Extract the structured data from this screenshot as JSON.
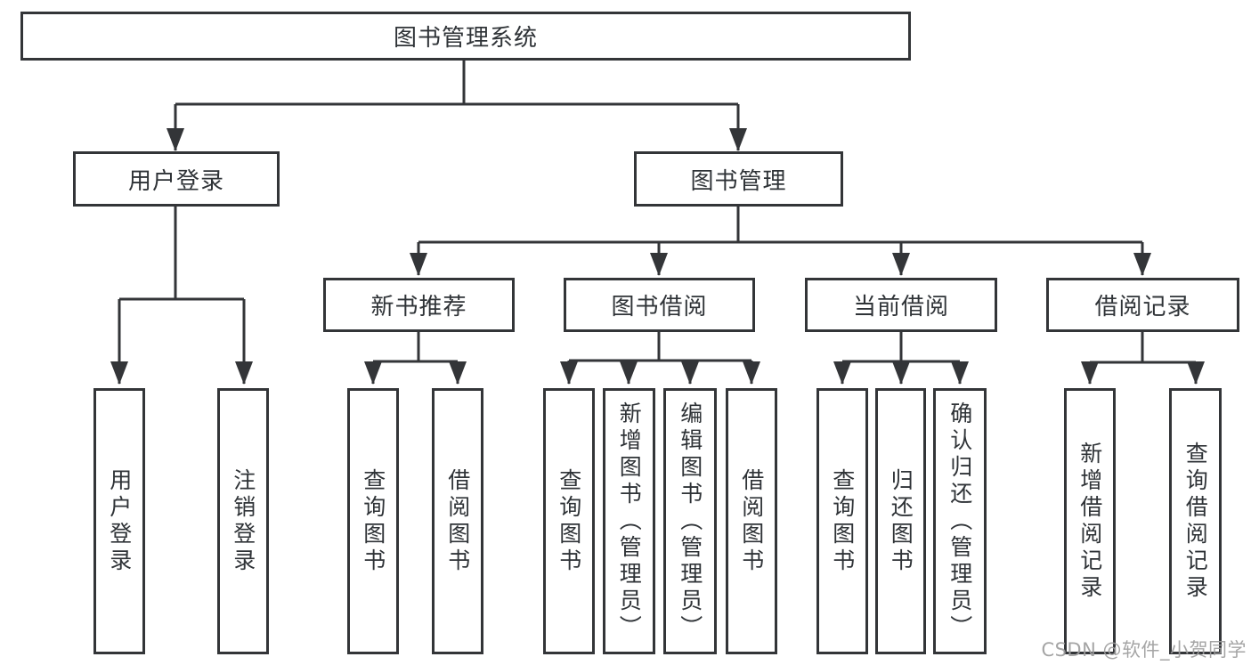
{
  "diagram": {
    "title": "图书管理系统",
    "colors": {
      "line": "#333538",
      "text": "#2f3337",
      "box_fill": "#ffffff",
      "watermark": "#9e9e9e",
      "background": "#ffffff"
    },
    "nodes": {
      "root": {
        "label": "图书管理系统"
      },
      "level2": [
        {
          "label": "用户登录"
        },
        {
          "label": "图书管理"
        }
      ],
      "level3": [
        {
          "parent": "图书管理",
          "label": "新书推荐"
        },
        {
          "parent": "图书管理",
          "label": "图书借阅"
        },
        {
          "parent": "图书管理",
          "label": "当前借阅"
        },
        {
          "parent": "图书管理",
          "label": "借阅记录"
        }
      ],
      "leaves": [
        {
          "parent": "用户登录",
          "label": "用户登录"
        },
        {
          "parent": "用户登录",
          "label": "注销登录"
        },
        {
          "parent": "新书推荐",
          "label": "查询图书"
        },
        {
          "parent": "新书推荐",
          "label": "借阅图书"
        },
        {
          "parent": "图书借阅",
          "label": "查询图书"
        },
        {
          "parent": "图书借阅",
          "label": "新增图书（管理员）"
        },
        {
          "parent": "图书借阅",
          "label": "编辑图书（管理员）"
        },
        {
          "parent": "图书借阅",
          "label": "借阅图书"
        },
        {
          "parent": "当前借阅",
          "label": "查询图书"
        },
        {
          "parent": "当前借阅",
          "label": "归还图书"
        },
        {
          "parent": "当前借阅",
          "label": "确认归还（管理员）"
        },
        {
          "parent": "借阅记录",
          "label": "新增借阅记录"
        },
        {
          "parent": "借阅记录",
          "label": "查询借阅记录"
        }
      ]
    },
    "watermark": "CSDN @软件_小贺同学"
  }
}
